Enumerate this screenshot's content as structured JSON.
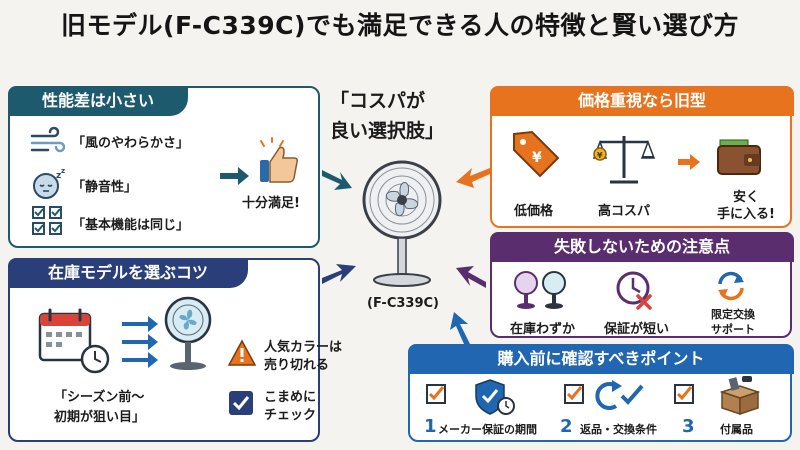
{
  "title": "旧モデル(F-C339C)でも満足できる人の特徴と賢い選び方",
  "center": {
    "quote_line1": "「コスパが",
    "quote_line2": "良い選択肢」",
    "model_label": "(F-C339C)"
  },
  "panel_performance": {
    "header": "性能差は小さい",
    "items": [
      "「風のやわらかさ」",
      "「静音性」",
      "「基本機能は同じ」"
    ],
    "result": "十分満足!"
  },
  "panel_price": {
    "header": "価格重視なら旧型",
    "items": [
      "低価格",
      "高コスパ"
    ],
    "result_line1": "安く",
    "result_line2": "手に入る!"
  },
  "panel_stock": {
    "header": "在庫モデルを選ぶコツ",
    "season_line1": "「シーズン前〜",
    "season_line2": "初期が狙い目」",
    "tip1_line1": "人気カラーは",
    "tip1_line2": "売り切れる",
    "tip2_line1": "こまめに",
    "tip2_line2": "チェック"
  },
  "panel_caution": {
    "header": "失敗しないための注意点",
    "items": [
      "在庫わずか",
      "保証が短い"
    ],
    "item3_line1": "限定交換",
    "item3_line2": "サポート"
  },
  "panel_check": {
    "header": "購入前に確認すべきポイント",
    "points": [
      {
        "num": "1",
        "label": "メーカー保証の期間"
      },
      {
        "num": "2",
        "label": "返品・交換条件"
      },
      {
        "num": "3",
        "label": "付属品"
      }
    ]
  },
  "colors": {
    "teal": "#1e5a6e",
    "orange": "#e8731e",
    "navy": "#2a3f7a",
    "purple": "#5a2e6e",
    "blue": "#2166b0"
  }
}
